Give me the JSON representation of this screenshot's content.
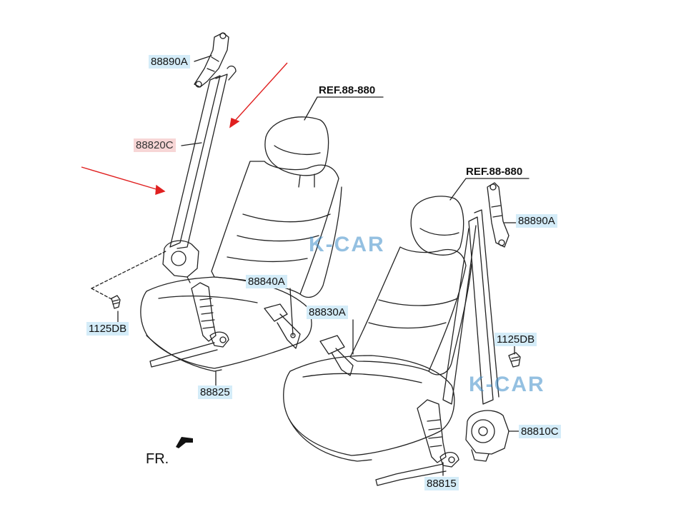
{
  "parts": {
    "anchor_left": "88890A",
    "belt_left": "88820C",
    "bolt_left": "1125DB",
    "buckle_left": "88840A",
    "buckle_center": "88830A",
    "stalk_left": "88825",
    "anchor_right": "88890A",
    "bolt_right": "1125DB",
    "retractor_right": "88810C",
    "stalk_right": "88815"
  },
  "references": {
    "ref_left": "REF.88-880",
    "ref_right": "REF.88-880"
  },
  "front_indicator": "FR.",
  "watermark": {
    "text_top": "K-CAR",
    "text_bottom": "K-CAR"
  },
  "colors": {
    "label_fill": "#d4ecf8",
    "highlight_fill": "#f7d6d6",
    "arrow_red": "#e02020",
    "line": "#222222",
    "watermark": "#3c8cc8"
  }
}
